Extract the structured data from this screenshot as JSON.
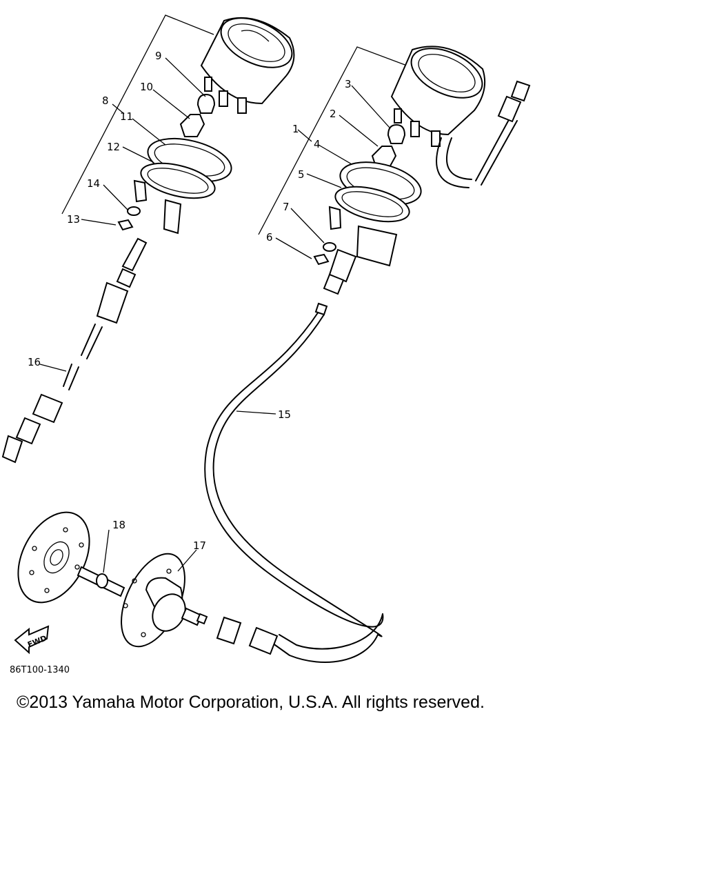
{
  "diagram": {
    "drawing_code": "86T100-1340",
    "fwd_label": "FWD",
    "callouts": [
      "1",
      "2",
      "3",
      "4",
      "5",
      "6",
      "7",
      "8",
      "9",
      "10",
      "11",
      "12",
      "13",
      "14",
      "15",
      "16",
      "17",
      "18"
    ]
  },
  "footer": {
    "copyright": "©2013 Yamaha Motor Corporation, U.S.A. All rights reserved."
  }
}
